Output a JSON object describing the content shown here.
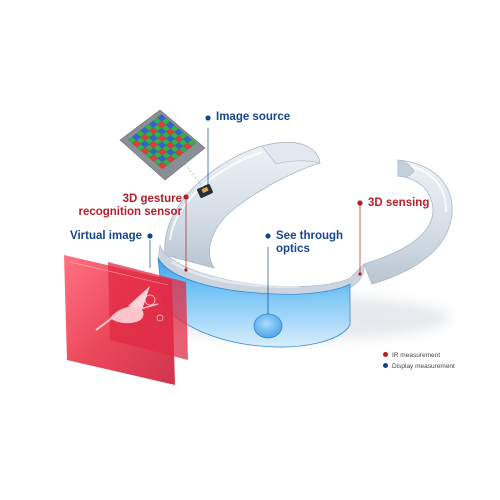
{
  "labels": {
    "image_source": "Image source",
    "gesture_line1": "3D gesture",
    "gesture_line2": "recognition sensor",
    "virtual_image": "Virtual image",
    "see_through_line1": "See through",
    "see_through_line2": "optics",
    "sensing": "3D sensing"
  },
  "legend": {
    "ir": "IR measurement",
    "display": "Display measurement"
  },
  "colors": {
    "ir": "#b3202a",
    "display": "#17458f",
    "visor": "#58b3f2",
    "headband": "#d3dce5"
  },
  "icons": {
    "sensor_chip": "color-filter-grid",
    "virtual_image": "hummingbird-hologram"
  }
}
